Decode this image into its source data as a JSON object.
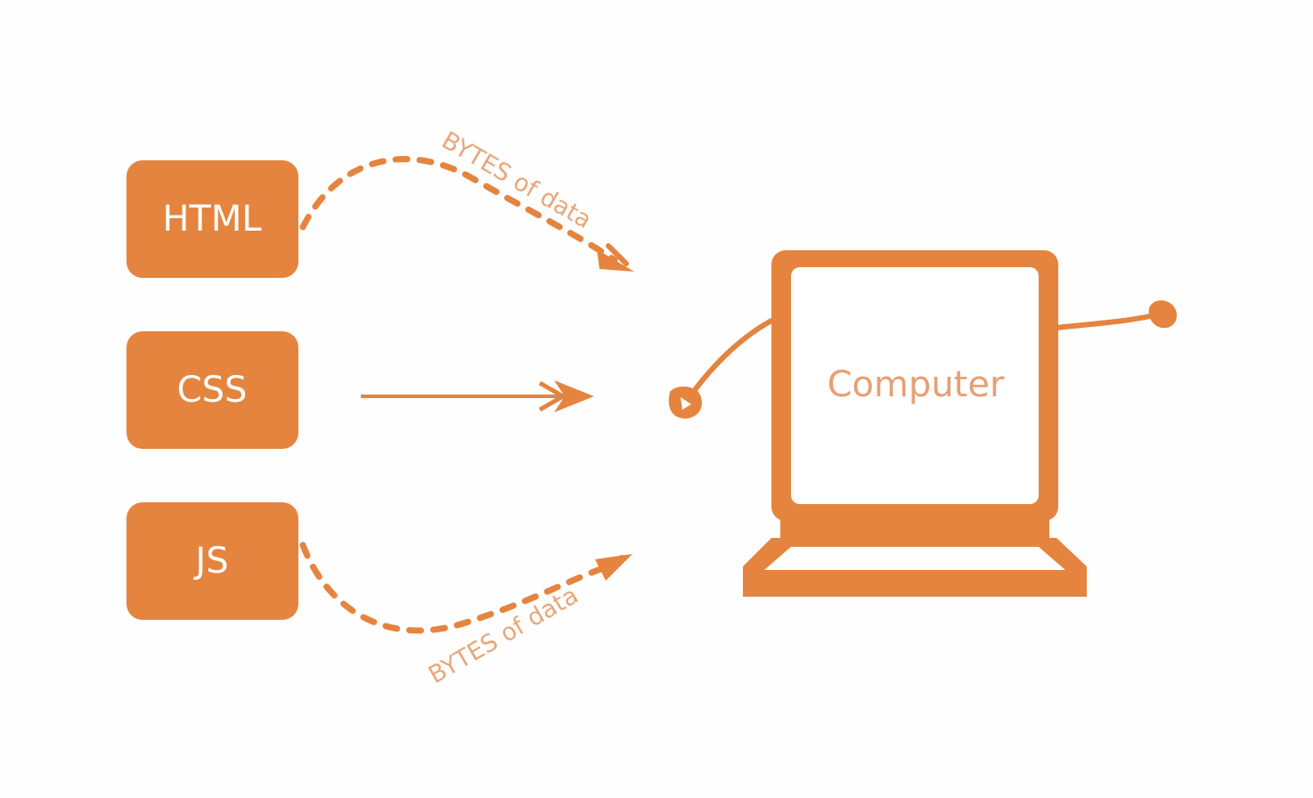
{
  "colors": {
    "accent": "#e5843f",
    "background": "#fefefe",
    "box_text": "#ffffff",
    "soft_text": "#e8a77a"
  },
  "sources": [
    {
      "label": "HTML"
    },
    {
      "label": "CSS"
    },
    {
      "label": "JS"
    }
  ],
  "arrows": {
    "top_label": "BYTES of data",
    "bottom_label": "BYTES of data"
  },
  "computer": {
    "label": "Computer"
  }
}
